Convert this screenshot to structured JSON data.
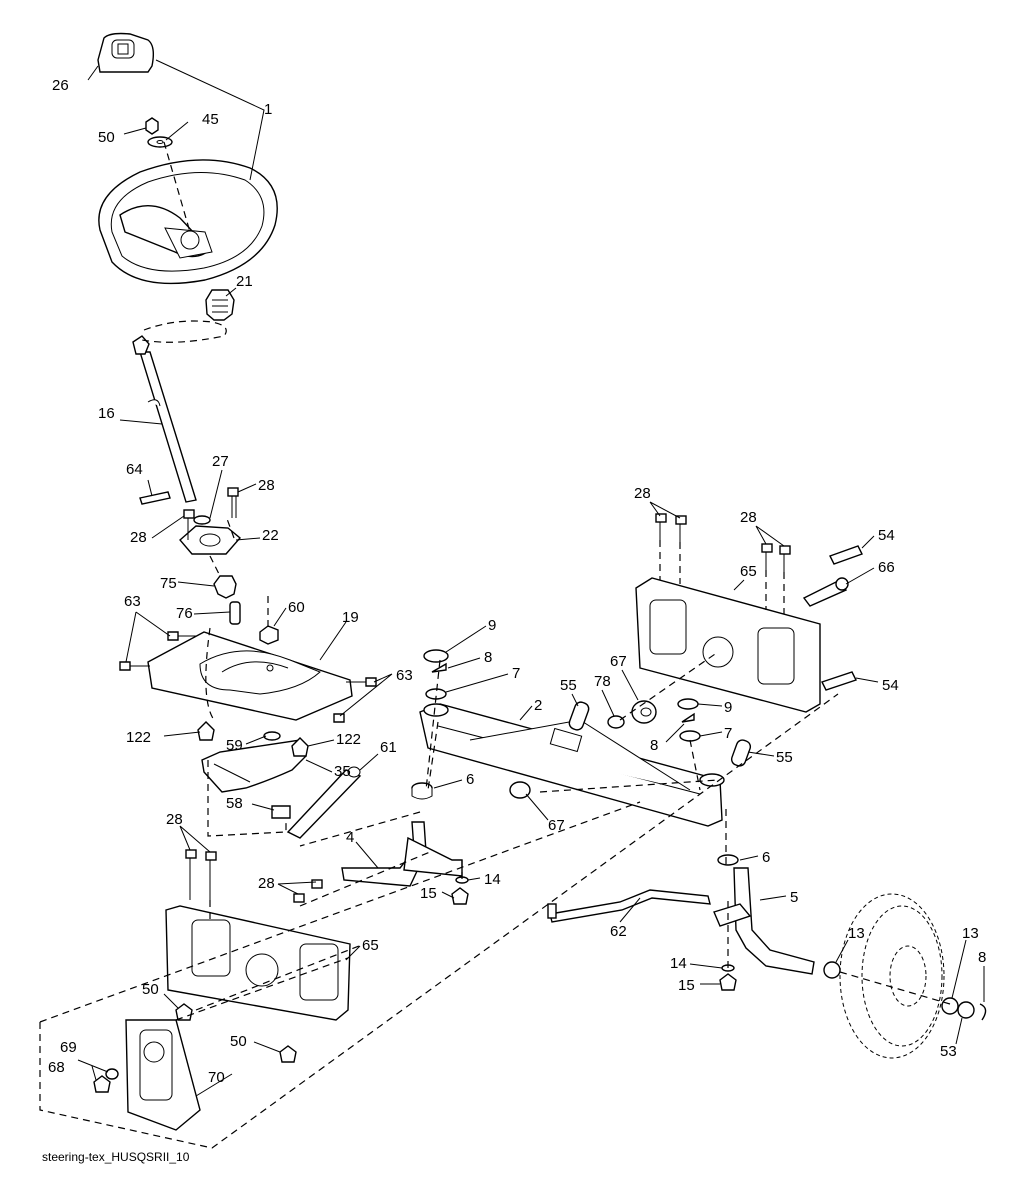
{
  "caption": "steering-tex_HUSQSRII_10",
  "callouts": [
    "26",
    "1",
    "50",
    "45",
    "21",
    "16",
    "64",
    "27",
    "28",
    "28",
    "22",
    "75",
    "76",
    "60",
    "63",
    "19",
    "63",
    "122",
    "59",
    "122",
    "35",
    "58",
    "61",
    "28",
    "4",
    "28",
    "65",
    "50",
    "50",
    "69",
    "68",
    "70",
    "9",
    "8",
    "7",
    "2",
    "55",
    "78",
    "67",
    "9",
    "8",
    "7",
    "55",
    "6",
    "67",
    "28",
    "28",
    "54",
    "66",
    "65",
    "54",
    "6",
    "5",
    "14",
    "15",
    "62",
    "14",
    "15",
    "13",
    "13",
    "8",
    "53"
  ]
}
